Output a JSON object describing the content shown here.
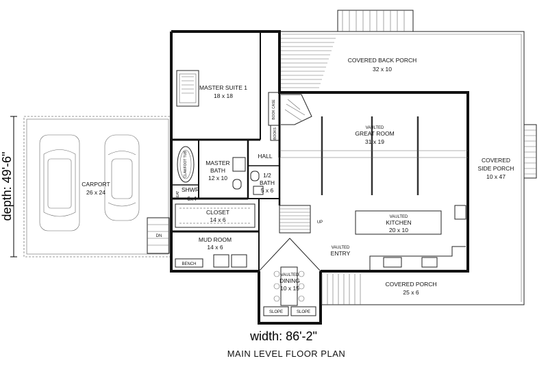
{
  "title": "MAIN LEVEL FLOOR PLAN",
  "dimensions": {
    "width": "width: 86'-2\"",
    "depth": "depth: 49'-6\""
  },
  "rooms": {
    "covered_back_porch": {
      "name": "COVERED BACK PORCH",
      "size": "32 x 10"
    },
    "master_suite": {
      "name": "MASTER SUITE 1",
      "size": "18 x 18"
    },
    "great_room": {
      "vaulted": "VAULTED",
      "name": "GREAT ROOM",
      "size": "31 x 19"
    },
    "covered_side_porch": {
      "name_1": "COVERED",
      "name_2": "SIDE PORCH",
      "size": "10 x 47"
    },
    "carport": {
      "name": "CARPORT",
      "size": "26 x 24"
    },
    "master_bath": {
      "name_1": "MASTER",
      "name_2": "BATH",
      "size": "12 x 10"
    },
    "hall": {
      "name": "HALL"
    },
    "half_bath": {
      "name_1": "1/2",
      "name_2": "BATH",
      "size": "5 x 6"
    },
    "shower": {
      "name": "SHWR",
      "size": "6x4"
    },
    "closet": {
      "name": "CLOSET",
      "size": "14 x 6"
    },
    "kitchen": {
      "vaulted": "VAULTED",
      "name": "KITCHEN",
      "size": "20 x 10"
    },
    "mud_room": {
      "name": "MUD ROOM",
      "size": "14 x 6"
    },
    "entry": {
      "vaulted": "VAULTED",
      "name": "ENTRY"
    },
    "dining": {
      "vaulted": "VAULTED",
      "name": "DINING",
      "size": "10 x 15"
    },
    "covered_porch": {
      "name": "COVERED PORCH",
      "size": "25 x 6"
    }
  },
  "annotations": {
    "up": "UP",
    "dn": "DN",
    "bench": "BENCH",
    "seat": "SEAT",
    "clawfoot_tub": "CLAWFOOT TUB",
    "book_case": "BOOK CASE",
    "books": "BOOKS",
    "slope_left": "SLOPE",
    "slope_right": "SLOPE"
  }
}
